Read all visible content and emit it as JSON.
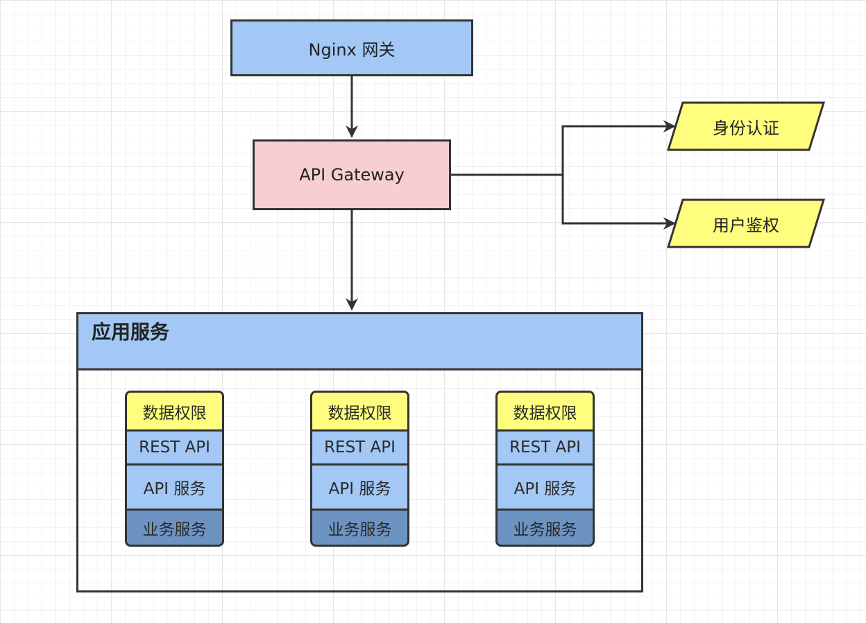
{
  "nodes": {
    "nginx": "Nginx 网关",
    "gateway": "API Gateway",
    "auth": "身份认证",
    "authz": "用户鉴权"
  },
  "app_services": {
    "title": "应用服务",
    "services": [
      {
        "permission": "数据权限",
        "rest": "REST API",
        "api": "API 服务",
        "business": "业务服务"
      },
      {
        "permission": "数据权限",
        "rest": "REST API",
        "api": "API 服务",
        "business": "业务服务"
      },
      {
        "permission": "数据权限",
        "rest": "REST API",
        "api": "API 服务",
        "business": "业务服务"
      }
    ]
  },
  "colors": {
    "blue": "#a3c8f5",
    "pink": "#f7cfd0",
    "yellow": "#fefd7e",
    "dark_blue": "#6d93c3",
    "stroke": "#333333"
  }
}
